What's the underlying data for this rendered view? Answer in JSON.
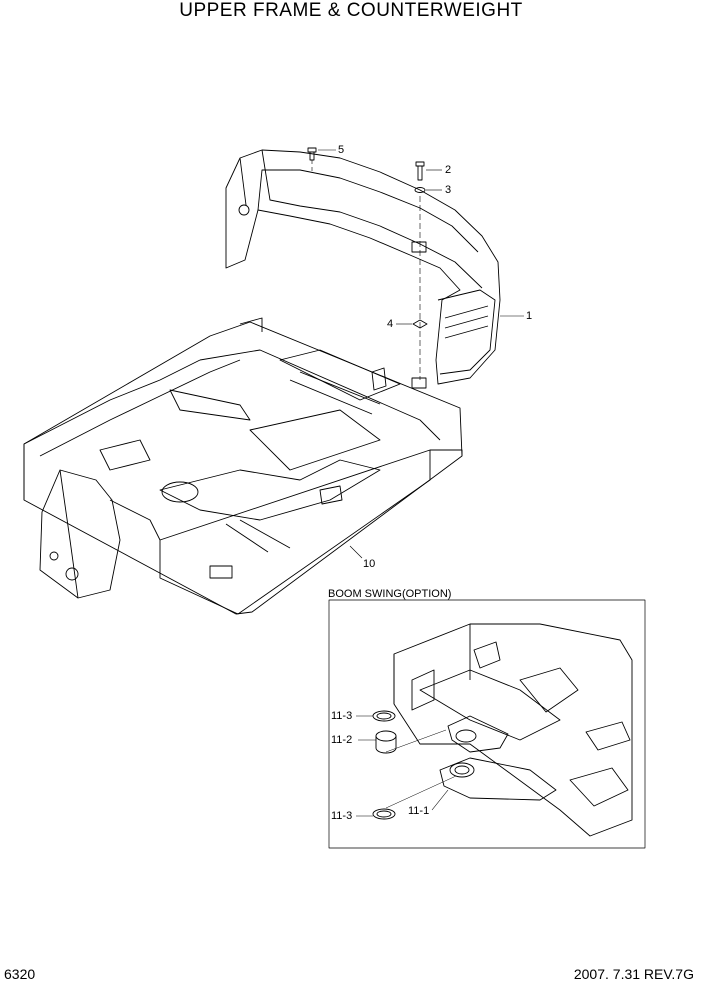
{
  "title": "UPPER FRAME & COUNTERWEIGHT",
  "callouts": {
    "c1": "1",
    "c2": "2",
    "c3": "3",
    "c4": "4",
    "c5": "5",
    "c10": "10"
  },
  "inset": {
    "label": "BOOM SWING(OPTION)",
    "callouts": {
      "c11_3_top": "11-3",
      "c11_2": "11-2",
      "c11_3_bottom": "11-3",
      "c11_1": "11-1"
    }
  },
  "footer": {
    "page": "6320",
    "revision": "2007. 7.31  REV.7G"
  }
}
